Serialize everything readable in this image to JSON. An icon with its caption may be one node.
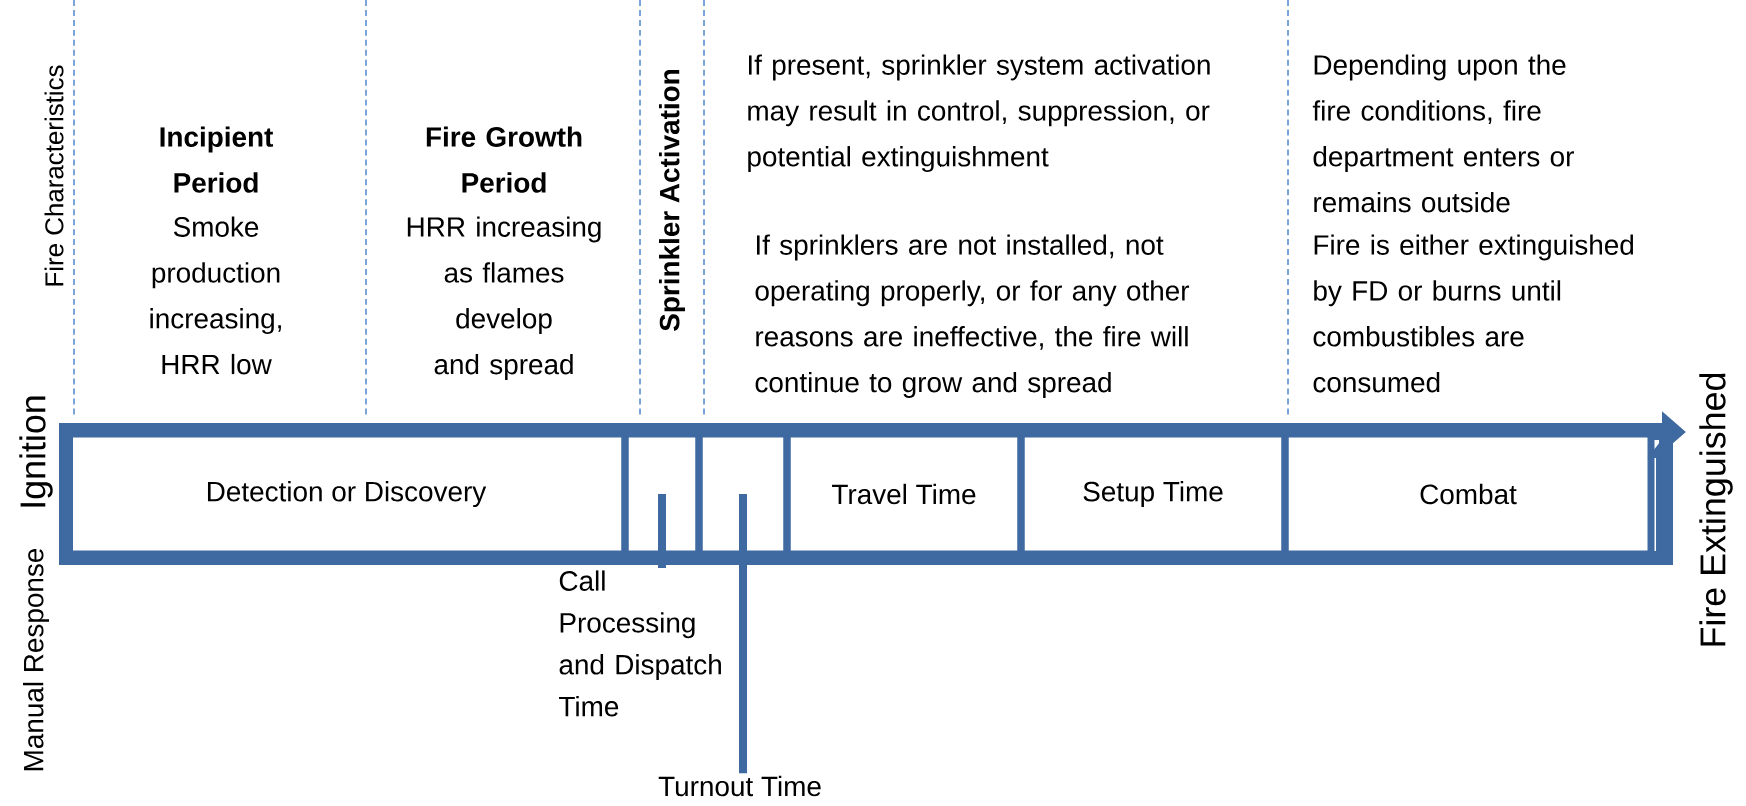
{
  "diagram": {
    "nodes": [
      {
        "text": [],
        "shape": "bar"
      },
      {
        "text": [
          "Detection or Discovery"
        ],
        "in": 0
      },
      {
        "text": [],
        "shape": "box",
        "in": 0
      },
      {
        "text": [],
        "shape": "box",
        "in": 0
      },
      {
        "text": [
          "Travel Time"
        ],
        "in": 0
      },
      {
        "text": [
          "Setup Time"
        ],
        "in": 0
      },
      {
        "text": [
          "Combat"
        ],
        "in": 0
      },
      {
        "text": [
          "Call Processing and Dispatch Time"
        ]
      },
      {
        "text": [
          "Turnout Time"
        ]
      }
    ],
    "edges": [
      {
        "from": 7,
        "to": 2,
        "arrow": "none"
      },
      {
        "from": 8,
        "to": 3,
        "arrow": "none"
      }
    ],
    "labels": [
      "Fire Characteristics",
      "Incipient Period",
      "Smoke production increasing, HRR low",
      "Fire Growth Period",
      "HRR increasing as flames develop and spread",
      "Sprinkler Activation",
      "If present, sprinkler system activation may result in control, suppression, or potential extinguishment",
      "If sprinklers are not installed, not operating properly, or for any other reasons are ineffective, the fire will continue to grow and spread",
      "Depending upon the fire conditions, fire department enters or remains outside",
      "Fire is either extinguished by FD or burns until combustibles are consumed",
      "Ignition",
      "Manual Response",
      "Fire Extinguished"
    ]
  }
}
